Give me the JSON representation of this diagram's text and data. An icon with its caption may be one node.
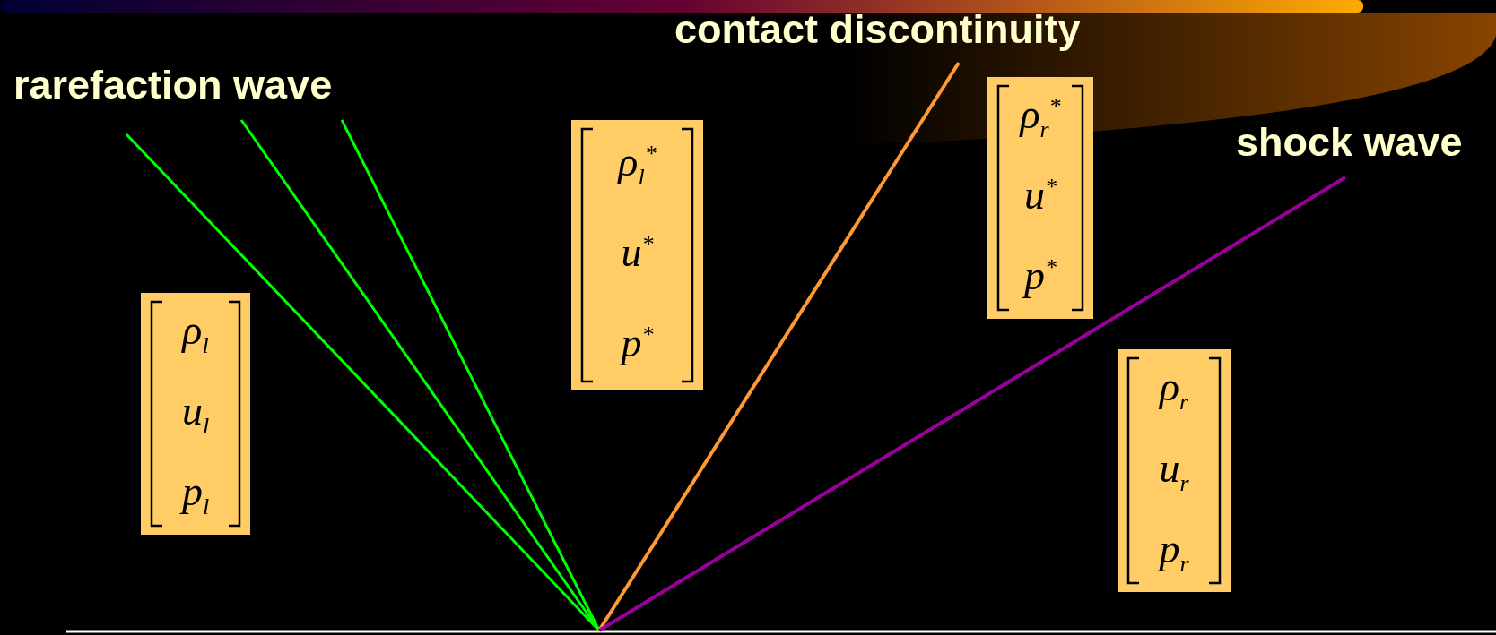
{
  "diagram": {
    "nodes": [
      {
        "text": [
          "ρ$_{l}$",
          "u$_{l}$",
          "p$_{l}$"
        ]
      },
      {
        "text": [
          "ρ$_{l}$$^{*}$",
          "u$^{*}$",
          "p$^{*}$"
        ]
      },
      {
        "text": [
          "ρ$_{r}$$^{*}$",
          "u$^{*}$",
          "p$^{*}$"
        ]
      },
      {
        "text": [
          "ρ$_{r}$",
          "u$_{r}$",
          "p$_{r}$"
        ]
      }
    ],
    "labels": [
      "contact discontinuity",
      "rarefaction wave",
      "shock wave"
    ]
  }
}
